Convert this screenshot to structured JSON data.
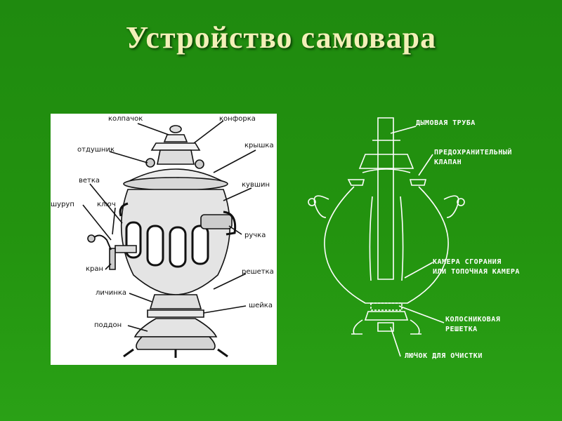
{
  "slide": {
    "title": "Устройство самовара"
  },
  "left_diagram": {
    "labels": {
      "kolpachok": "колпачок",
      "konforka": "конфорка",
      "otdushnik": "отдушник",
      "kryshka": "крышка",
      "vetka": "ветка",
      "kuvshin": "кувшин",
      "shurup": "шуруп",
      "klyuch": "ключ",
      "ruchka": "ручка",
      "kran": "кран",
      "reshetka": "решетка",
      "lichinka": "личинка",
      "sheyka": "шейка",
      "poddon": "поддон"
    }
  },
  "right_diagram": {
    "labels": {
      "truba": "ДЫМОВАЯ ТРУБА",
      "klapan_1": "ПРЕДОХРАНИТЕЛЬНЫЙ",
      "klapan_2": "КЛАПАН",
      "kamera_1": "КАМЕРА СГОРАНИЯ",
      "kamera_2": "ИЛИ ТОПОЧНАЯ КАМЕРА",
      "kolosnik_1": "КОЛОСНИКОВАЯ",
      "kolosnik_2": "РЕШЕТКА",
      "lyuchok": "ЛЮЧОК ДЛЯ ОЧИСТКИ"
    }
  },
  "colors": {
    "background": "#23930f",
    "title": "#f3f0b8",
    "panel": "#ffffff",
    "line_art_right": "#ffffff"
  }
}
